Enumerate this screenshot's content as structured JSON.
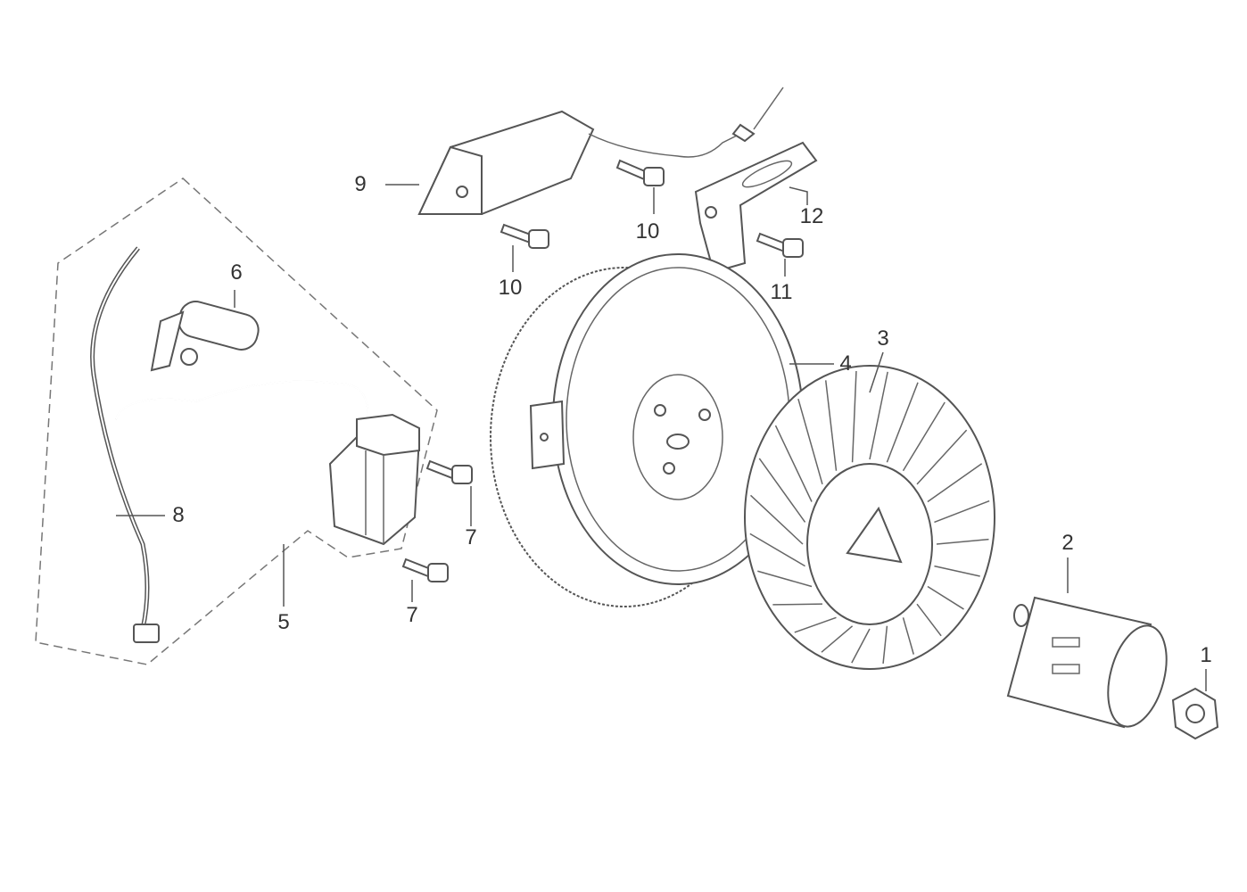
{
  "diagram": {
    "callouts": [
      {
        "id": "label-1",
        "text": "1"
      },
      {
        "id": "label-2",
        "text": "2"
      },
      {
        "id": "label-3",
        "text": "3"
      },
      {
        "id": "label-4",
        "text": "4"
      },
      {
        "id": "label-5",
        "text": "5"
      },
      {
        "id": "label-6",
        "text": "6"
      },
      {
        "id": "label-7a",
        "text": "7"
      },
      {
        "id": "label-7b",
        "text": "7"
      },
      {
        "id": "label-8",
        "text": "8"
      },
      {
        "id": "label-9",
        "text": "9"
      },
      {
        "id": "label-10a",
        "text": "10"
      },
      {
        "id": "label-10b",
        "text": "10"
      },
      {
        "id": "label-11",
        "text": "11"
      },
      {
        "id": "label-12",
        "text": "12"
      }
    ]
  }
}
